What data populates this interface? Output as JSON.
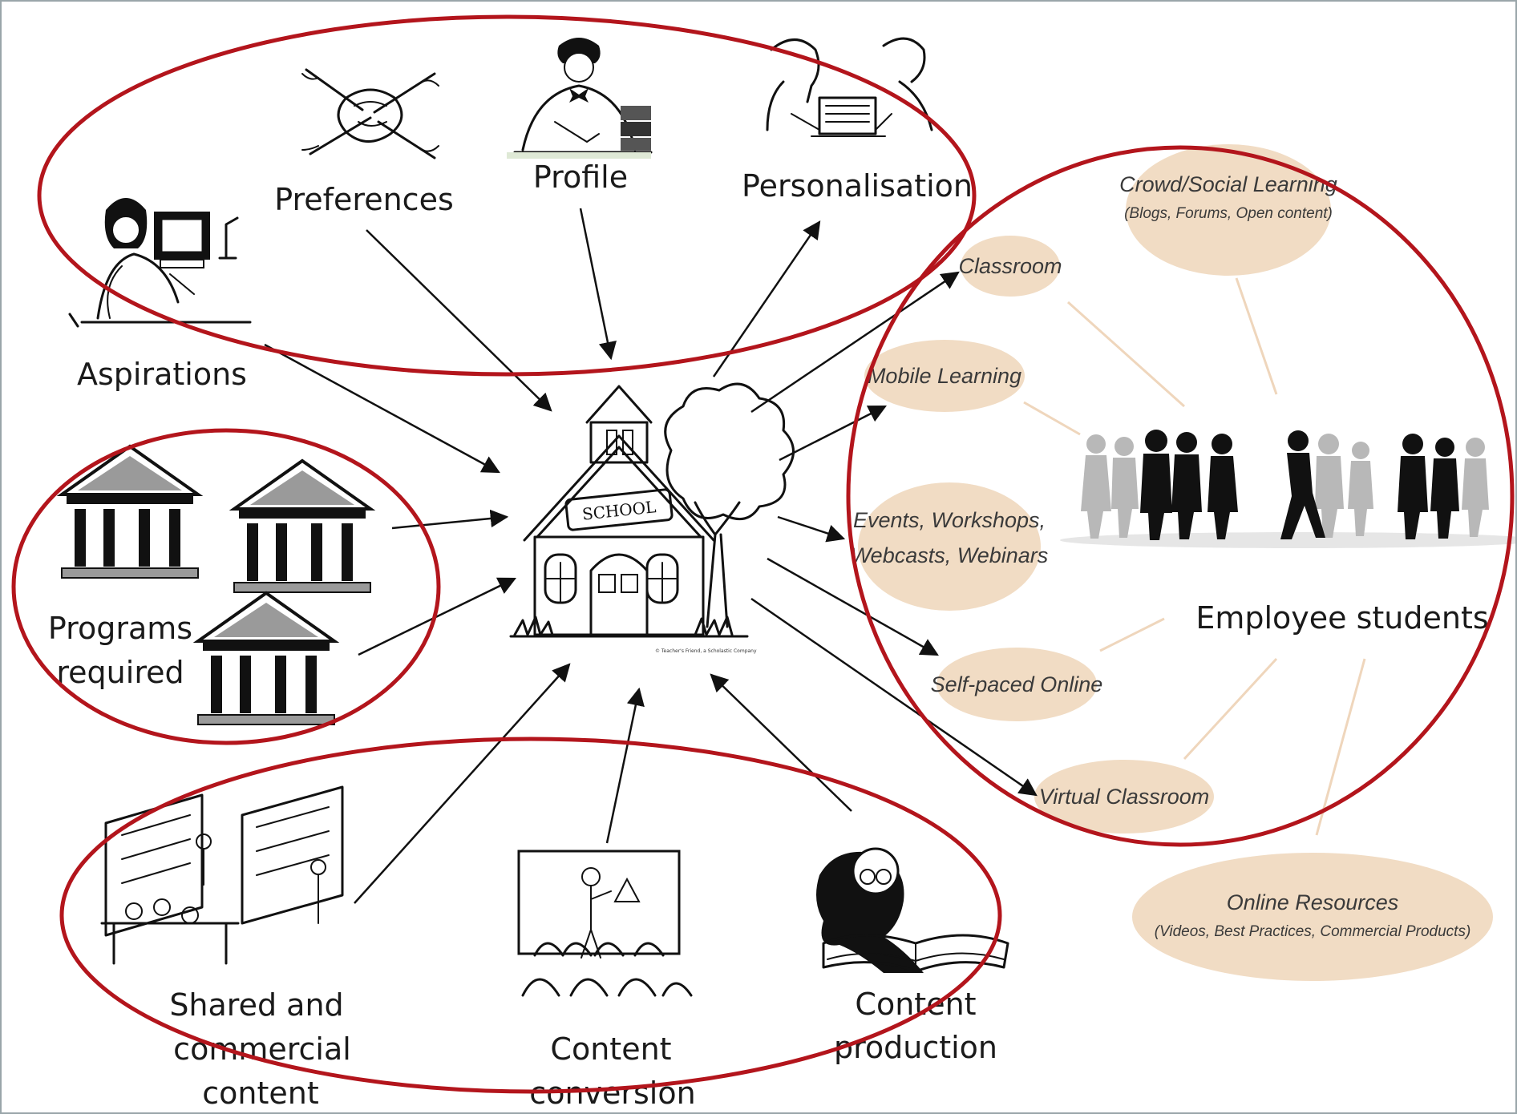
{
  "colors": {
    "ring": "#b3151c",
    "pill": "#f1dcc4",
    "arrow": "#111111",
    "connector": "#efd6bc",
    "frame": "#9aa6aa"
  },
  "center": {
    "sign": "SCHOOL",
    "caption": "© Teacher's Friend, a Scholastic Company"
  },
  "inputs": {
    "aspirations": "Aspirations",
    "preferences": "Preferences",
    "profile": "Profile",
    "personalisation": "Personalisation",
    "programs_line1": "Programs",
    "programs_line2": "required",
    "shared_line1": "Shared and",
    "shared_line2": "commercial",
    "shared_line3": "content",
    "conversion_line1": "Content",
    "conversion_line2": "conversion",
    "production_line1": "Content",
    "production_line2": "production"
  },
  "delivery": {
    "crowd_title": "Crowd/Social Learning",
    "crowd_sub": "(Blogs, Forums, Open content)",
    "classroom": "Classroom",
    "mobile": "Mobile Learning",
    "events_line1": "Events, Workshops,",
    "events_line2": "Webcasts, Webinars",
    "selfpaced": "Self-paced Online",
    "virtual": "Virtual Classroom",
    "resources_title": "Online Resources",
    "resources_sub": "(Videos, Best Practices, Commercial Products)",
    "employees": "Employee students"
  },
  "icons": {
    "aspirations": "woman-at-computer-icon",
    "preferences": "joined-hands-icon",
    "profile": "man-writing-icon",
    "personalisation": "people-at-laptop-icon",
    "programs": "institution-building-icon",
    "shared": "library-icon",
    "conversion": "classroom-teacher-icon",
    "production": "man-reading-book-icon",
    "center": "schoolhouse-icon",
    "employees": "walking-crowd-icon"
  }
}
